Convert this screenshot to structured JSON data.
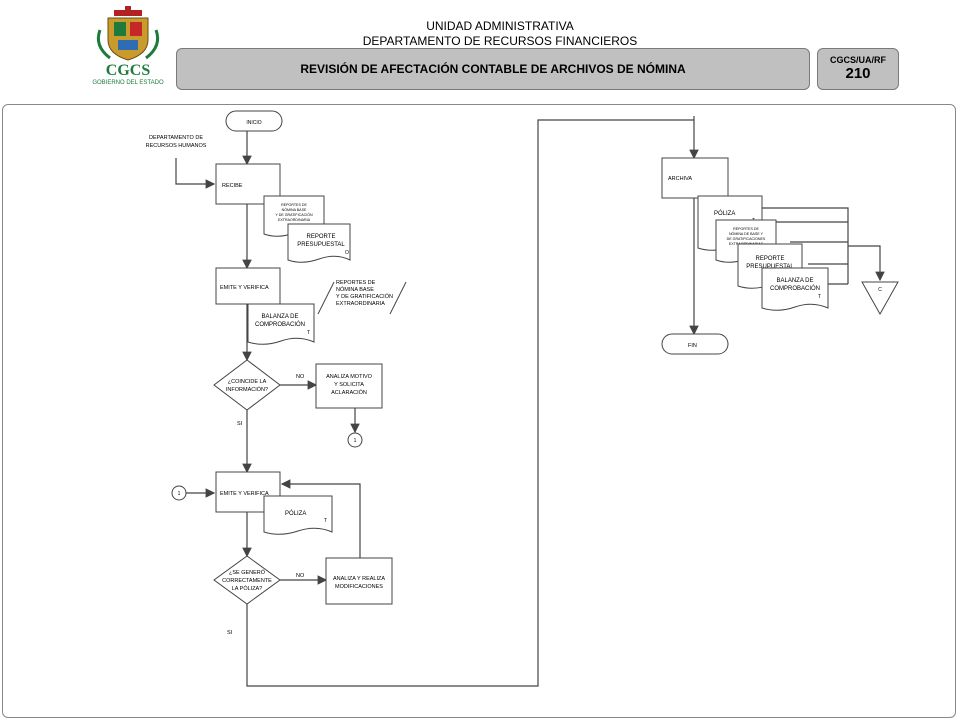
{
  "header": {
    "line1": "UNIDAD ADMINISTRATIVA",
    "line2": "DEPARTAMENTO DE RECURSOS FINANCIEROS",
    "title": "REVISIÓN DE AFECTACIÓN CONTABLE DE ARCHIVOS DE NÓMINA",
    "code": "CGCS/UA/RF",
    "number": "210",
    "logo_text": "CGCS",
    "logo_subtext": "GOBIERNO DEL ESTADO"
  },
  "flow": {
    "inicio": "INICIO",
    "actor": [
      "DEPARTAMENTO DE",
      "RECURSOS HUMANOS"
    ],
    "recibe": "RECIBE",
    "doc_reportes_nomina_small": [
      "REPORTES DE",
      "NÓMINA BASE",
      "Y DE GRATIFICACIÓN",
      "EXTRAORDINARIA"
    ],
    "doc_reporte_presupuestal": [
      "REPORTE",
      "PRESUPUESTAL"
    ],
    "emite_verifica_1": "EMITE Y VERIFICA",
    "doc_balanza": [
      "BALANZA DE",
      "COMPROBACIÓN"
    ],
    "note_reportes": [
      "REPORTES DE",
      "NÓMINA BASE",
      "Y DE GRATIFICACIÓN",
      "EXTRAORDINARIA"
    ],
    "decision_1": [
      "¿COINCIDE LA",
      "INFORMACIÓN?"
    ],
    "no_1": "NO",
    "si_1": "SI",
    "analiza_motivo": [
      "ANALIZA MOTIVO",
      "Y SOLICITA",
      "ACLARACIÓN"
    ],
    "connector_1": "1",
    "connector_2": "1",
    "emite_verifica_2": "EMITE Y VERIFICA",
    "doc_poliza_1": "PÓLIZA",
    "decision_2": [
      "¿SE GENERÓ",
      "CORRECTAMENTE",
      "LA PÓLIZA?"
    ],
    "no_2": "NO",
    "si_2": "SI",
    "analiza_realiza": [
      "ANALIZA Y REALIZA",
      "MODIFICACIONES"
    ],
    "archiva": "ARCHIVA",
    "doc_poliza_2": "PÓLIZA",
    "doc_reportes_nomina_2": [
      "REPORTES DE",
      "NÓMINA DE BASE Y",
      "DE GRATIFICACIONES",
      "EXTRAORDINARIAS"
    ],
    "doc_reporte_presupuestal_2": [
      "REPORTE",
      "PRESUPUESTAL"
    ],
    "doc_balanza_2": [
      "BALANZA DE",
      "COMPROBACIÓN"
    ],
    "archive_letter": "C",
    "fin": "FIN",
    "mark_t": "T",
    "mark_o": "O"
  }
}
